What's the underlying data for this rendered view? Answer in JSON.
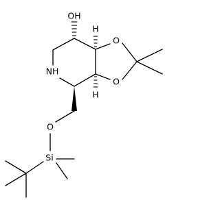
{
  "molecule": {
    "atoms": {
      "hydroxyl": "OH",
      "ring_oxygen_top": "O",
      "ring_oxygen_bottom": "O",
      "amine": "NH",
      "ether_oxygen": "O",
      "silicon": "Si",
      "hydrogen_top": "H",
      "hydrogen_bottom": "H"
    }
  }
}
